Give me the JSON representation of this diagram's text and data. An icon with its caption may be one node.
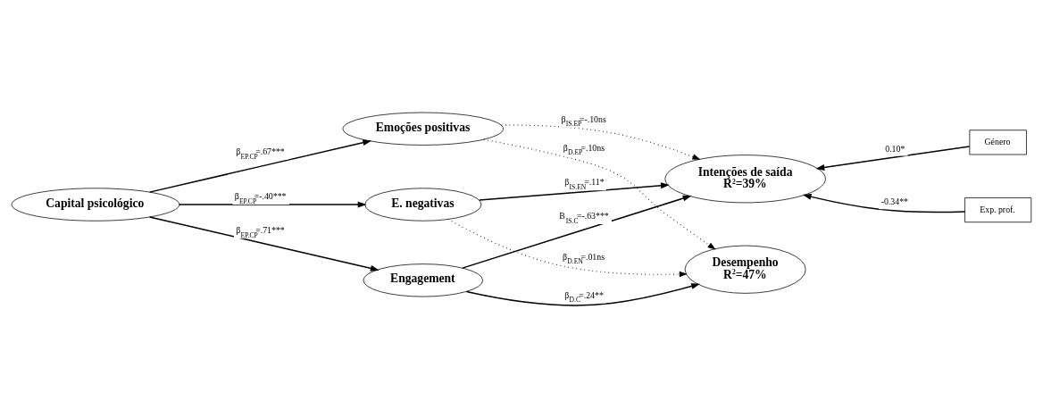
{
  "diagram": {
    "nodes": [
      {
        "text": [
          "Capital psicológico"
        ]
      },
      {
        "text": [
          "Emoções positivas"
        ]
      },
      {
        "text": [
          "E. negativas"
        ]
      },
      {
        "text": [
          "Engagement"
        ]
      },
      {
        "text": [
          "Intenções de saída",
          "R$^{2}$=39%"
        ]
      },
      {
        "text": [
          "Desempenho",
          "R$^{2}$=47%"
        ]
      },
      {
        "text": [
          "Género"
        ]
      },
      {
        "text": [
          "Exp. prof."
        ]
      }
    ],
    "edges": [
      {
        "from": 0,
        "to": 1,
        "arrow": "to",
        "label": "β$_{EP.CP}$=.67***"
      },
      {
        "from": 0,
        "to": 2,
        "arrow": "to",
        "label": "β$_{EP.CP}$=-.40***"
      },
      {
        "from": 0,
        "to": 3,
        "arrow": "to",
        "label": "β$_{EP.CP}$=.71***"
      },
      {
        "from": 1,
        "to": 4,
        "arrow": "to",
        "label": "β$_{IS.EP}$=-.10ns",
        "style": "dashed"
      },
      {
        "from": 1,
        "to": 5,
        "arrow": "to",
        "label": "β$_{D.EP}$=.10ns",
        "style": "dashed"
      },
      {
        "from": 2,
        "to": 4,
        "arrow": "to",
        "label": "β$_{IS.EN}$=.11*"
      },
      {
        "from": 2,
        "to": 5,
        "arrow": "to",
        "label": "β$_{D.EN}$=.01ns",
        "style": "dashed"
      },
      {
        "from": 3,
        "to": 4,
        "arrow": "to",
        "label": "B$_{IS.C}$=-.63***"
      },
      {
        "from": 3,
        "to": 5,
        "arrow": "to",
        "label": "β$_{D.C}$=.24**"
      },
      {
        "from": 6,
        "to": 4,
        "arrow": "to",
        "label": "0.10*"
      },
      {
        "from": 7,
        "to": 4,
        "arrow": "to",
        "label": "-0.34**"
      }
    ]
  }
}
